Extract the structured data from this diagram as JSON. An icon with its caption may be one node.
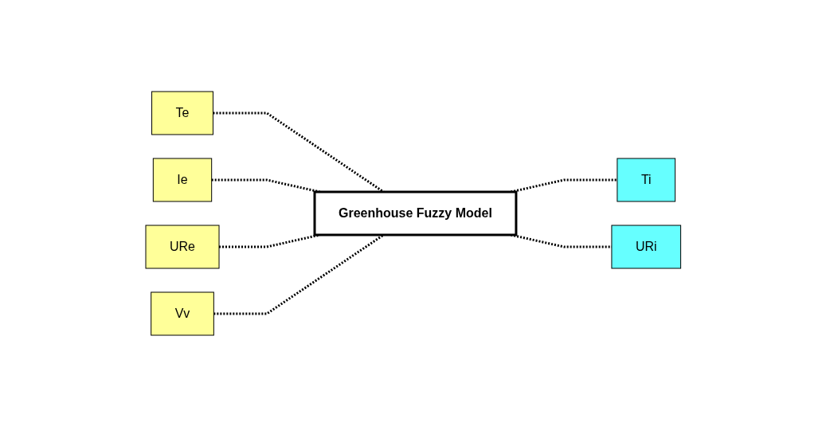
{
  "diagram": {
    "nodes": [
      {
        "text": [
          "Te"
        ]
      },
      {
        "text": [
          "Ie"
        ]
      },
      {
        "text": [
          "URe"
        ]
      },
      {
        "text": [
          "Vv"
        ]
      },
      {
        "text": [
          "Greenhouse Fuzzy Model"
        ]
      },
      {
        "text": [
          "Ti"
        ]
      },
      {
        "text": [
          "URi"
        ]
      }
    ],
    "edges": [
      {
        "from": 0,
        "to": 4,
        "arrow": "none",
        "style": "dashed"
      },
      {
        "from": 1,
        "to": 4,
        "arrow": "none",
        "style": "dashed"
      },
      {
        "from": 2,
        "to": 4,
        "arrow": "none",
        "style": "dashed"
      },
      {
        "from": 3,
        "to": 4,
        "arrow": "none",
        "style": "dashed"
      },
      {
        "from": 4,
        "to": 5,
        "arrow": "none",
        "style": "dashed"
      },
      {
        "from": 4,
        "to": 6,
        "arrow": "none",
        "style": "dashed"
      }
    ]
  }
}
